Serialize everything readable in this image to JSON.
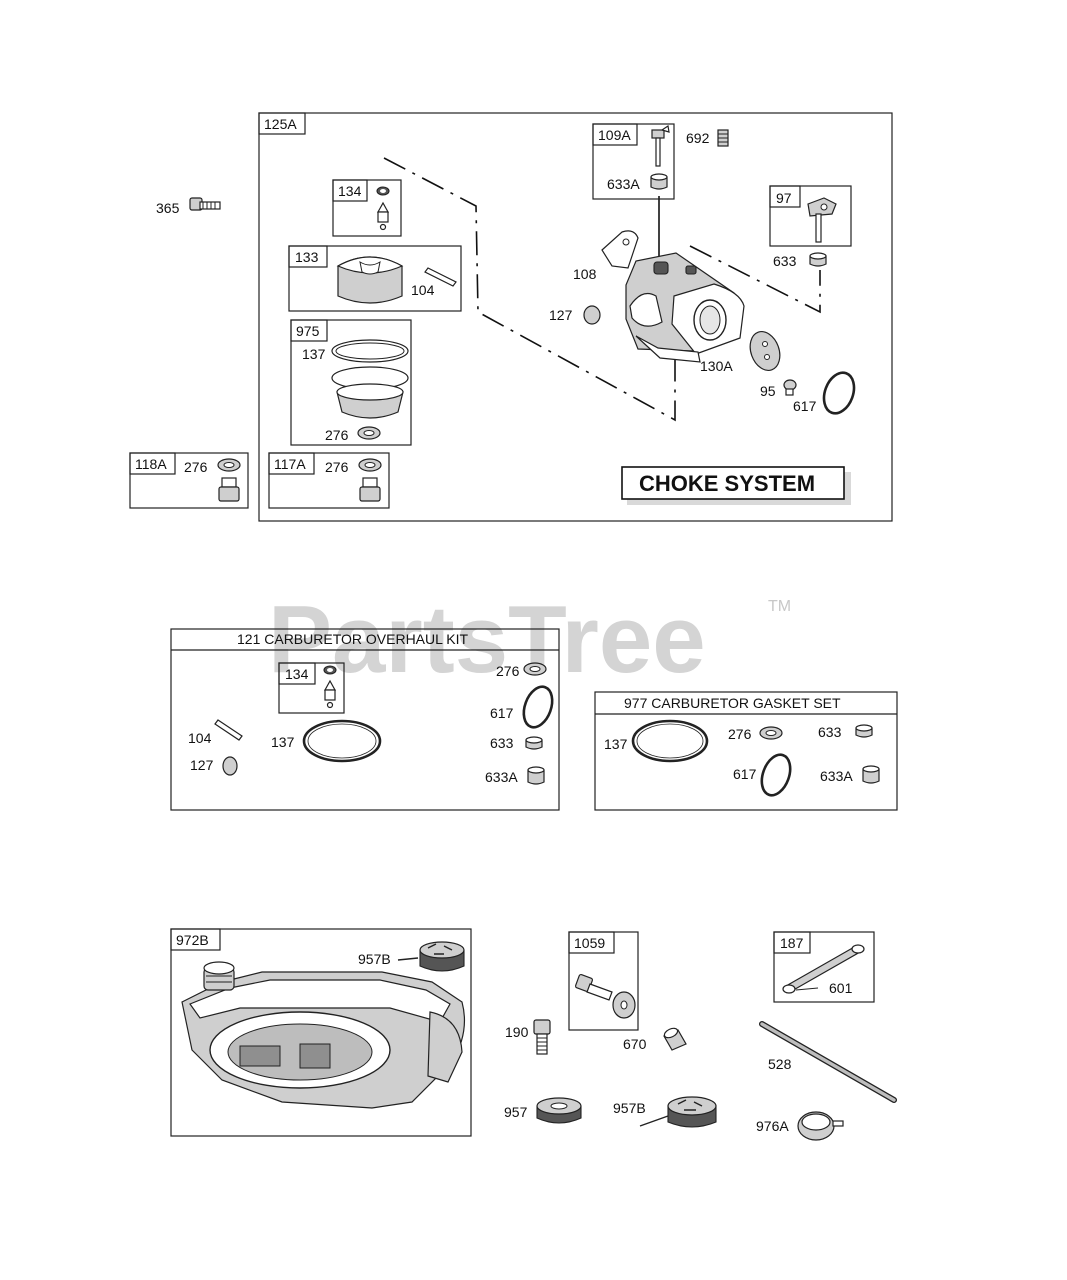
{
  "watermark": {
    "text": "PartsTree",
    "trademark": "TM"
  },
  "choke_system": {
    "frame_label": "125A",
    "title": "CHOKE SYSTEM",
    "parts": {
      "p365": "365",
      "p134": "134",
      "p133": "133",
      "p104": "104",
      "p975": "975",
      "p137": "137",
      "p276": "276",
      "p109A": "109A",
      "p633A": "633A",
      "p692": "692",
      "p108": "108",
      "p127": "127",
      "p97": "97",
      "p633": "633",
      "p130A": "130A",
      "p95": "95",
      "p617": "617",
      "p118A": "118A",
      "p276b": "276",
      "p117A": "117A",
      "p276c": "276"
    }
  },
  "overhaul_kit": {
    "title": "121 CARBURETOR OVERHAUL KIT",
    "parts": {
      "p134": "134",
      "p276": "276",
      "p617": "617",
      "p104": "104",
      "p137": "137",
      "p127": "127",
      "p633": "633",
      "p633A": "633A"
    }
  },
  "gasket_set": {
    "title": "977 CARBURETOR GASKET SET",
    "parts": {
      "p137": "137",
      "p276": "276",
      "p633": "633",
      "p617": "617",
      "p633A": "633A"
    }
  },
  "fuel_tank": {
    "frame_label": "972B",
    "part_957B": "957B"
  },
  "loose_parts": {
    "p1059": "1059",
    "p190": "190",
    "p670": "670",
    "p957": "957",
    "p957B": "957B",
    "p187": "187",
    "p601": "601",
    "p528": "528",
    "p976A": "976A"
  }
}
